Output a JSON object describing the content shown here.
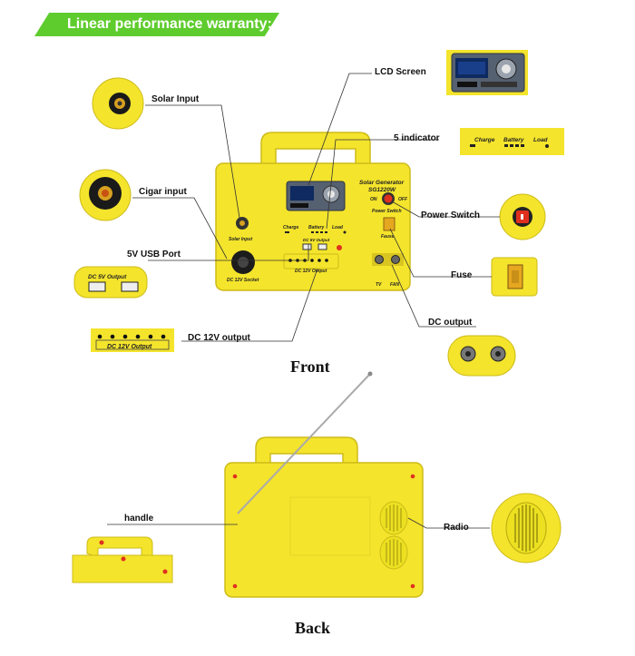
{
  "banner": {
    "text": "Linear performance warranty:"
  },
  "labels": {
    "solar_input": "Solar Input",
    "cigar_input": "Cigar input",
    "usb_port": "5V USB Port",
    "dc12_output": "DC 12V output",
    "lcd_screen": "LCD Screen",
    "indicator": "5 indicator",
    "power_switch": "Power Switch",
    "fuse": "Fuse",
    "dc_output": "DC output",
    "handle": "handle",
    "radio": "Radio"
  },
  "sections": {
    "front": "Front",
    "back": "Back"
  },
  "device_text": {
    "model_line1": "Solar Generator",
    "model_line2": "SG1220W",
    "on": "ON",
    "off": "OFF",
    "power_switch": "Power Switch",
    "charge": "Charge",
    "battery": "Battery",
    "load": "Load",
    "solar_input": "Solar Input",
    "dc5v_output": "DC 5V Output",
    "dc12v_output": "DC 12V Output",
    "dc12v_socket": "DC 12V Socket",
    "fause": "Fause",
    "tv": "TV",
    "fan": "FAN"
  },
  "detail_text": {
    "dc5v_output": "DC 5V Output",
    "dc12v_output": "DC 12V Output",
    "charge": "Charge",
    "battery": "Battery",
    "load": "Load"
  },
  "colors": {
    "body": "#f4e42c",
    "body_dark": "#d9c81c",
    "banner": "#5fcc2e",
    "accent_red": "#e0301e"
  }
}
